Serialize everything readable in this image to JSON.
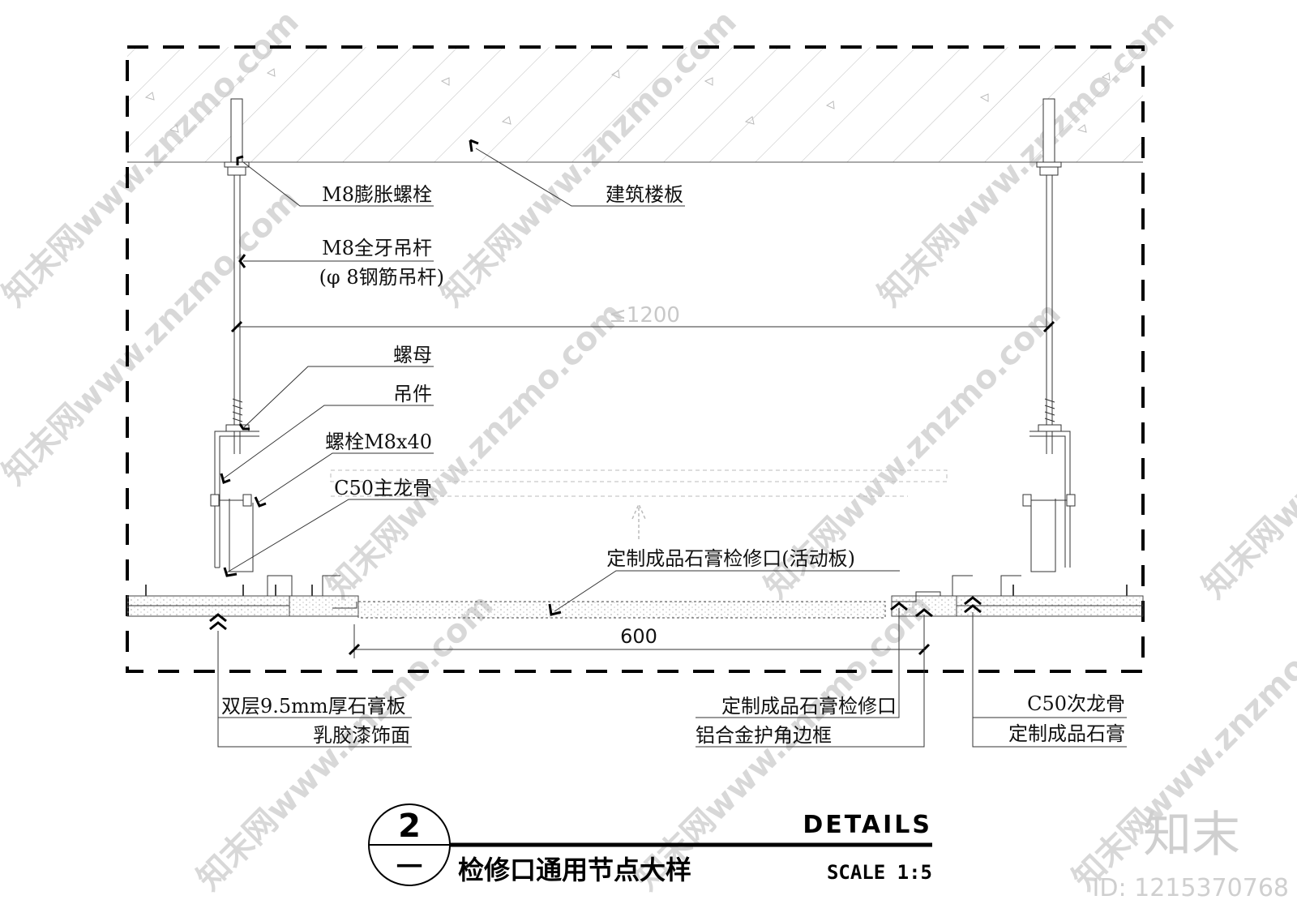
{
  "labels": {
    "expansion_bolt": "M8膨胀螺栓",
    "floor_slab": "建筑楼板",
    "hanger_rod_line1": "M8全牙吊杆",
    "hanger_rod_line2": "(φ 8钢筋吊杆)",
    "nut": "螺母",
    "hanger": "吊件",
    "bolt": "螺栓M8x40",
    "main_keel": "C50主龙骨",
    "access_panel": "定制成品石膏检修口(活动板)",
    "gypsum_line1": "双层9.5mm厚石膏板",
    "gypsum_line2": "乳胶漆饰面",
    "frame_line1": "定制成品石膏检修口",
    "frame_line2": "铝合金护角边框",
    "sub_keel_line1": "C50次龙骨",
    "sub_keel_line2": "定制成品石膏"
  },
  "dimensions": {
    "rod_spacing": "≤1200",
    "opening_width": "600"
  },
  "title_block": {
    "number": "2",
    "sheet": "一",
    "heading_en": "DETAILS",
    "heading_zh": "检修口通用节点大样",
    "scale": "SCALE 1:5"
  },
  "watermark": {
    "site": "知末网www.znzmo.com",
    "corner_logo": "知末",
    "id": "ID: 1215370768"
  },
  "colors": {
    "line": "#111111",
    "watermark": "#d8d8d8"
  }
}
